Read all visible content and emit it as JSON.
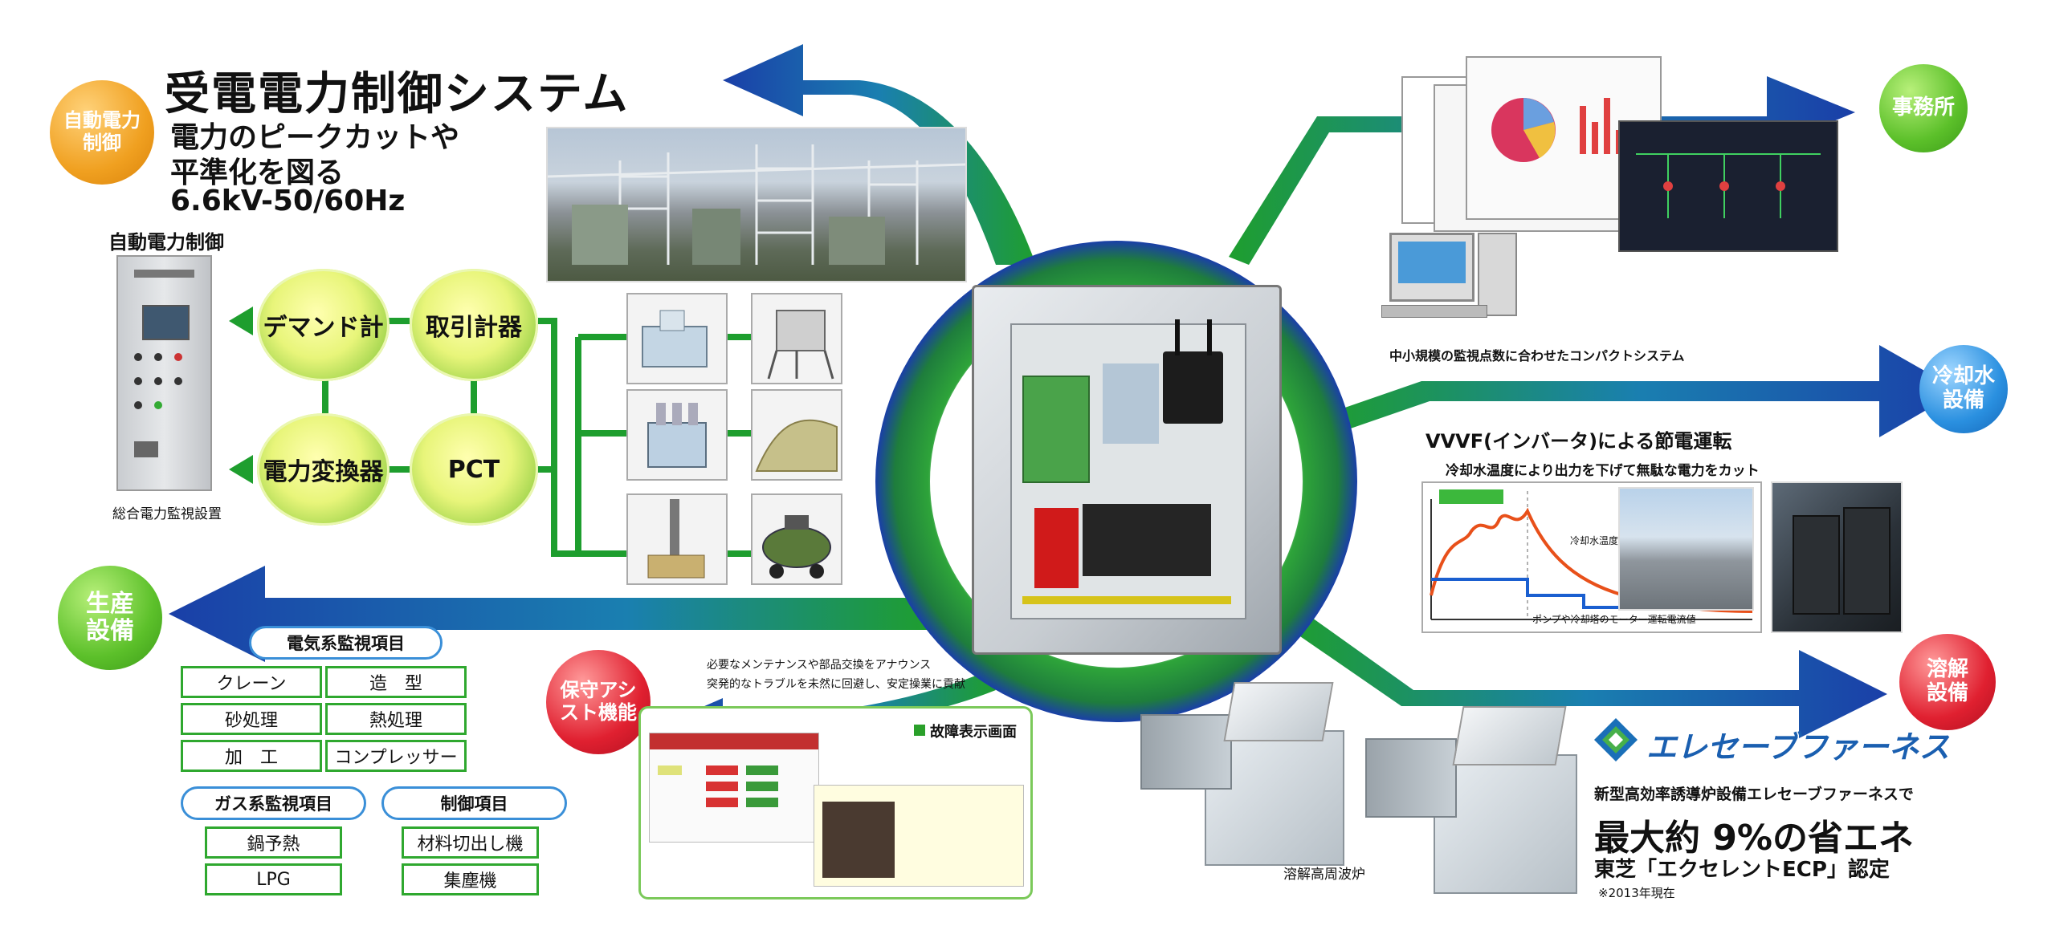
{
  "title": {
    "main": "受電電力制御システム",
    "sub1": "電力のピークカットや",
    "sub2": "平準化を図る",
    "spec": "6.6kV-50/60Hz"
  },
  "badges": {
    "auto_power": "自動電力制御",
    "office": "事務所",
    "cooling": "冷却水設備",
    "production": "生産設備",
    "maintenance": "保守アシスト機能",
    "melting": "溶解設備"
  },
  "panel": {
    "caption_top": "自動電力制御",
    "caption_bottom": "総合電力監視設置"
  },
  "nodes": {
    "demand": "デマンド計",
    "transaction": "取引計器",
    "converter": "電力変換器",
    "pct": "PCT"
  },
  "office_caption": "中小規模の監視点数に合わせたコンパクトシステム",
  "vvvf": {
    "title": "VVVF(インバータ)による節電運転",
    "subtitle": "冷却水温度により出力を下げて無駄な電力をカット",
    "chart_label_a": "冷却水温度",
    "chart_label_b": "ポンプや冷却塔のモーター運転電流値"
  },
  "monitoring": {
    "electrical_header": "電気系監視項目",
    "electrical_items": [
      "クレーン",
      "造　型",
      "砂処理",
      "熱処理",
      "加　工",
      "コンプレッサー"
    ],
    "gas_header": "ガス系監視項目",
    "gas_items": [
      "鍋予熱",
      "LPG"
    ],
    "control_header": "制御項目",
    "control_items": [
      "材料切出し機",
      "集塵機"
    ]
  },
  "maintenance_text": {
    "line1": "必要なメンテナンスや部品交換をアナウンス",
    "line2": "突発的なトラブルを未然に回避し、安定操業に貢献",
    "screen_title": "故障表示画面"
  },
  "furnace": {
    "caption": "溶解高周波炉",
    "brand": "エレセーブファーネス",
    "desc": "新型高効率誘導炉設備エレセーブファーネスで",
    "saving": "最大約 9%の省エネ",
    "cert": "東芝「エクセレントECP」認定",
    "note": "※2013年現在"
  },
  "colors": {
    "green": "#1e9e2e",
    "blue": "#1a3fa8",
    "orange": "#f0a020",
    "red": "#e02030"
  }
}
